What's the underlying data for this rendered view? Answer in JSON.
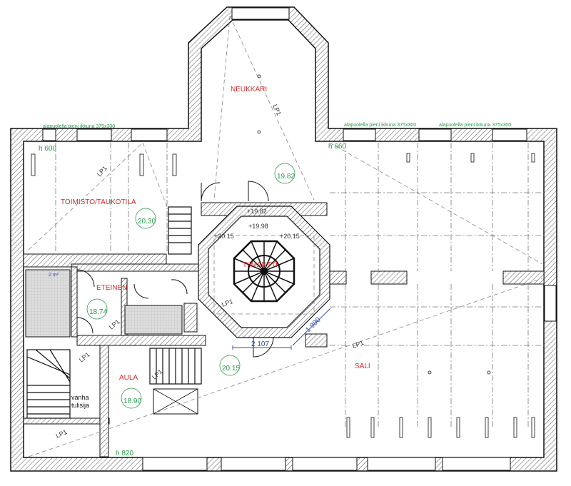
{
  "rooms": {
    "neukkari": "NEUKKARI",
    "toimisto": "TOIMISTO/TAUKOTILA",
    "eteinen": "ETEINEN",
    "tiimantti": "TIIMANTTI",
    "aula": "AULA",
    "sali": "SALI"
  },
  "elevations": {
    "neukkari": "19.82",
    "toimisto": "20.30",
    "eteinen": "18.74",
    "aula": "18.90",
    "sali": "20.15"
  },
  "levels": {
    "top": "+19.82",
    "mid": "+19.98",
    "left": "+20.15",
    "right": "+20.15"
  },
  "notes": {
    "window_left": "alapuolella pieni ikkuna 375x300",
    "window_right1": "alapuolella pieni ikkuna 375x300",
    "window_right2": "alapuolella pieni ikkuna 375x300",
    "h_left": "h 600",
    "h_right": "h 660",
    "h_bottom": "h 820",
    "area": "2 m²",
    "old_fireplace_1": "vanha",
    "old_fireplace_2": "tulisija"
  },
  "lp_label": "LP1",
  "dimensions": {
    "horizontal": "2 107",
    "diagonal": "1 990"
  },
  "colors": {
    "room_label": "#d42a2a",
    "elevation": "#2a9a4a",
    "dimension": "#2a4fb0",
    "wall": "#111111"
  }
}
